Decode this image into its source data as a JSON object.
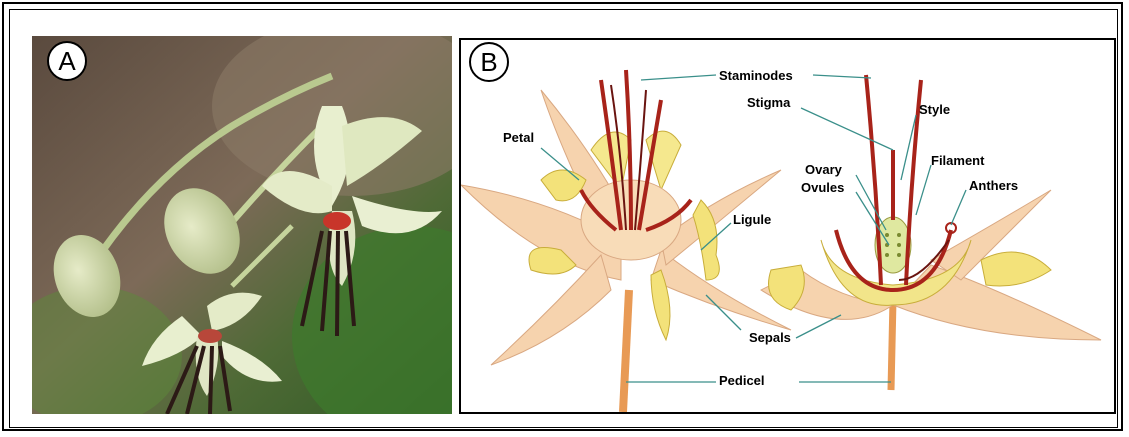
{
  "panels": {
    "a": {
      "letter": "A"
    },
    "b": {
      "letter": "B"
    }
  },
  "labels": {
    "staminodes": "Staminodes",
    "stigma": "Stigma",
    "style": "Style",
    "petal": "Petal",
    "ovary": "Ovary",
    "ovules": "Ovules",
    "filament": "Filament",
    "anthers": "Anthers",
    "ligule": "Ligule",
    "sepals": "Sepals",
    "pedicel": "Pedicel"
  },
  "colors": {
    "leader_line": "#3a8f8a",
    "sepal_fill": "#f6d3ae",
    "petal_fill": "#f3e27a",
    "staminode": "#a8231a",
    "pedicel": "#e89a55"
  }
}
